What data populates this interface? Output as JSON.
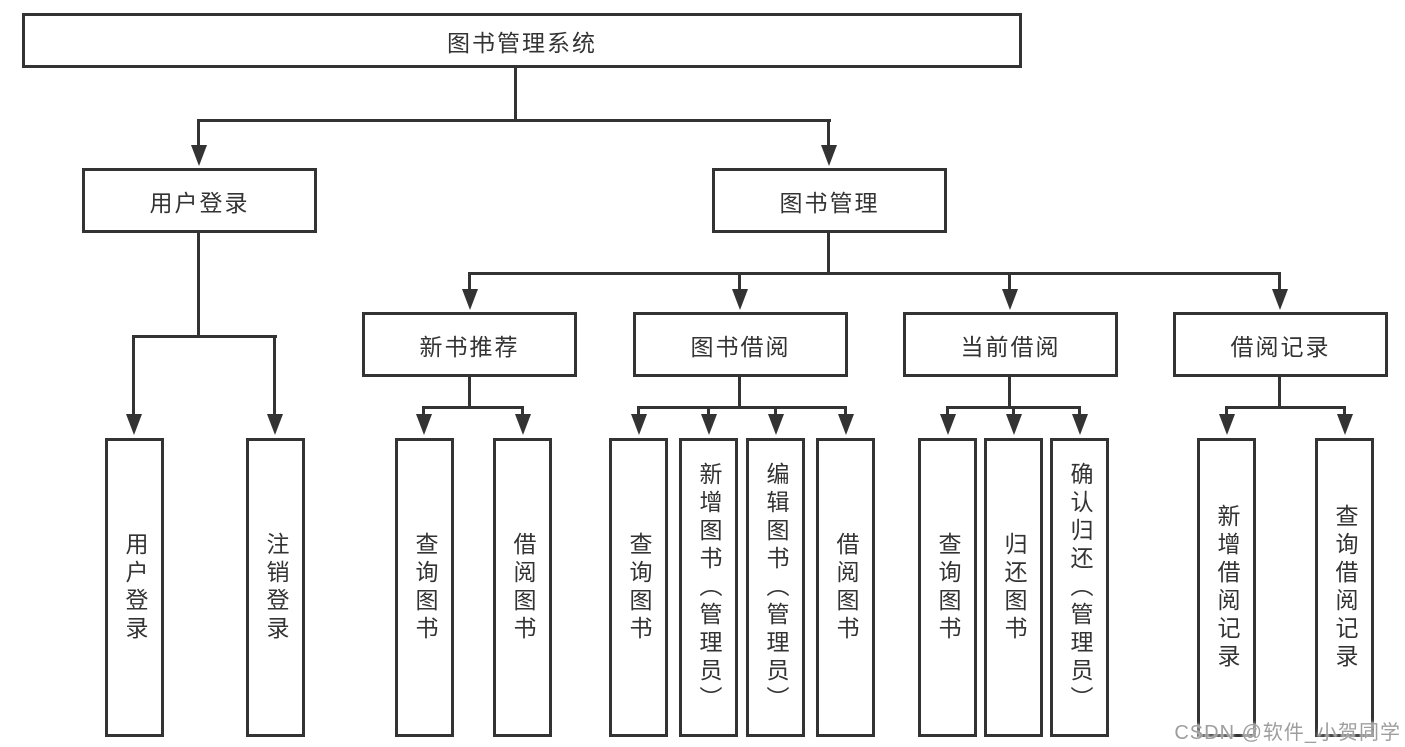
{
  "diagram": {
    "root": {
      "label": "图书管理系统"
    },
    "level2": [
      {
        "label": "用户登录"
      },
      {
        "label": "图书管理"
      }
    ],
    "level3": [
      {
        "label": "新书推荐"
      },
      {
        "label": "图书借阅"
      },
      {
        "label": "当前借阅"
      },
      {
        "label": "借阅记录"
      }
    ],
    "leaves": [
      {
        "label": "用户登录"
      },
      {
        "label": "注销登录"
      },
      {
        "label": "查询图书"
      },
      {
        "label": "借阅图书"
      },
      {
        "label": "查询图书"
      },
      {
        "label": "新增图书（管理员）"
      },
      {
        "label": "编辑图书（管理员）"
      },
      {
        "label": "借阅图书"
      },
      {
        "label": "查询图书"
      },
      {
        "label": "归还图书"
      },
      {
        "label": "确认归还（管理员）"
      },
      {
        "label": "新增借阅记录"
      },
      {
        "label": "查询借阅记录"
      }
    ]
  },
  "colors": {
    "line": "#333333",
    "text": "#333333",
    "background": "#ffffff",
    "watermark": "#9e9e9e"
  },
  "watermark": {
    "text": "CSDN @软件_小贺同学"
  }
}
